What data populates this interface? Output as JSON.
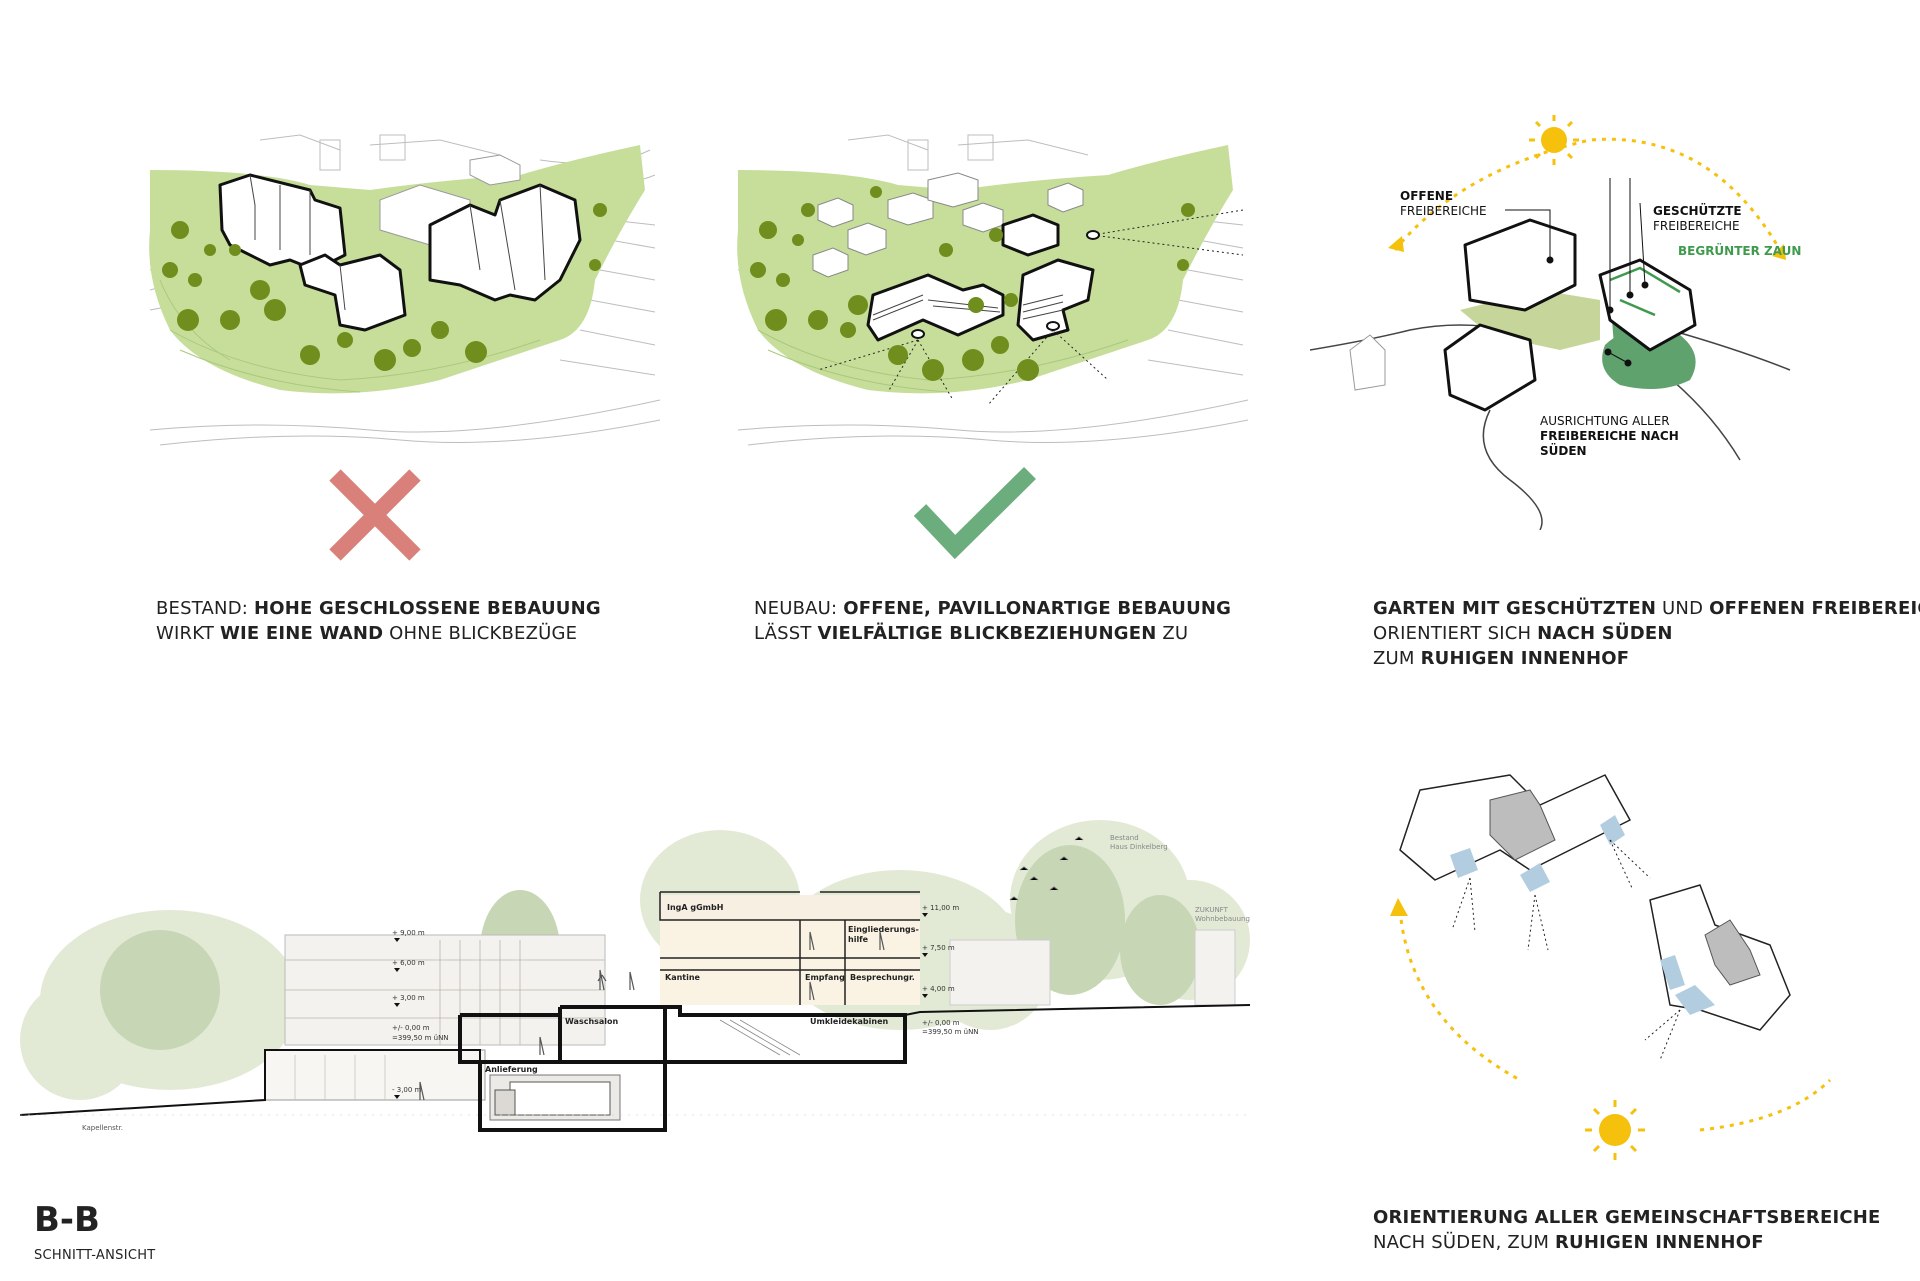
{
  "panel1": {
    "caption_l1": [
      "BESTAND: ",
      "HOHE GESCHLOSSENE BEBAUUNG"
    ],
    "caption_l2": [
      "WIRKT ",
      "WIE EINE WAND",
      " OHNE BLICKBEZÜGE"
    ],
    "mark": "cross",
    "mark_color": "#d9807a"
  },
  "panel2": {
    "caption_l1": [
      "NEUBAU: ",
      "OFFENE, PAVILLONARTIGE BEBAUUNG"
    ],
    "caption_l2": [
      "LÄSST ",
      "VIELFÄLTIGE BLICKBEZIEHUNGEN",
      " ZU"
    ],
    "mark": "check",
    "mark_color": "#6cad7e"
  },
  "panel3": {
    "label_offene_1": "OFFENE",
    "label_offene_2": "FREIBEREICHE",
    "label_geschuetzte_1": "GESCHÜTZTE",
    "label_geschuetzte_2": "FREIBEREICHE",
    "label_zaun": "BEGRÜNTER ZAUN",
    "label_ausrichtung_1": "AUSRICHTUNG ALLER",
    "label_ausrichtung_2": "FREIBEREICHE NACH",
    "label_ausrichtung_3": "SÜDEN",
    "caption_l1": [
      "GARTEN MIT GESCHÜTZTEN",
      " UND ",
      "OFFENEN FREIBEREICHEN"
    ],
    "caption_l2": [
      "ORIENTIERT SICH ",
      "NACH SÜDEN"
    ],
    "caption_l3": [
      "ZUM ",
      "RUHIGEN INNENHOF"
    ],
    "sun_color": "#f5c10c",
    "zaun_color": "#3f9a4e"
  },
  "section": {
    "title": "B-B",
    "subtitle": "SCHNITT-ANSICHT",
    "street": "Kapellenstr.",
    "bestand_1": "Bestand",
    "bestand_2": "Haus Dinkelberg",
    "zukunft_1": "ZUKUNFT",
    "zukunft_2": "Wohnbebauung",
    "levels_left": [
      "+ 9,00 m",
      "+ 6,00 m",
      "+ 3,00 m",
      "+/- 0,00 m",
      "=399,50 m üNN",
      "- 3,00 m"
    ],
    "levels_right": [
      "+ 11,00 m",
      "+ 7,50 m",
      "+ 4,00 m",
      "+/- 0,00 m",
      "=399,50 m üNN"
    ],
    "rooms": {
      "inga": "IngA gGmbH",
      "eingliederung_1": "Eingliederungs-",
      "eingliederung_2": "hilfe",
      "kantine": "Kantine",
      "empfang": "Empfang",
      "besprechung": "Besprechungr.",
      "waschsalon": "Waschsalon",
      "umkleide": "Umkleidekabinen",
      "anlieferung": "Anlieferung"
    }
  },
  "panel4": {
    "caption_l1": [
      "ORIENTIERUNG ALLER GEMEINSCHAFTSBEREICHE"
    ],
    "caption_l2": [
      "NACH SÜDEN, ZUM ",
      "RUHIGEN INNENHOF"
    ],
    "sun_color": "#f5c10c",
    "room_color": "#b3cde0"
  }
}
